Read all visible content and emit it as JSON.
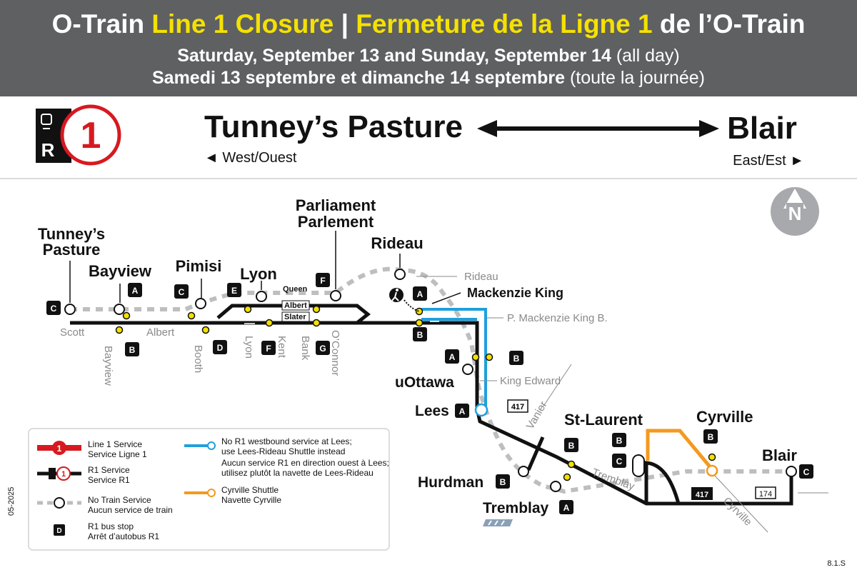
{
  "header": {
    "title_a": "O-Train ",
    "title_b": "Line 1 Closure",
    "title_c": " | ",
    "title_d": "Fermeture de la Ligne 1",
    "title_e": " de l’O-Train",
    "date_en": "Saturday, September 13 and Sunday, September 14",
    "date_en_note": " (all day)",
    "date_fr": "Samedi 13 septembre et dimanche 14 septembre",
    "date_fr_note": " (toute la journée)"
  },
  "route": {
    "badge_r": "R",
    "line_number": "1",
    "west_terminus": "Tunney’s Pasture",
    "east_terminus": "Blair",
    "west_dir": "◄ West/Ouest",
    "east_dir": "East/Est ►"
  },
  "stations": {
    "tunneys": "Tunney’s",
    "tunneys2": "Pasture",
    "bayview": "Bayview",
    "pimisi": "Pimisi",
    "lyon": "Lyon",
    "parliament": "Parliament",
    "parlement": "Parlement",
    "rideau": "Rideau",
    "mackenzie": "Mackenzie King",
    "uottawa": "uOttawa",
    "lees": "Lees",
    "hurdman": "Hurdman",
    "tremblay": "Tremblay",
    "stlaurent": "St-Laurent",
    "cyrville": "Cyrville",
    "blair": "Blair"
  },
  "streets": {
    "scott": "Scott",
    "albert": "Albert",
    "bayview": "Bayview",
    "booth": "Booth",
    "lyon": "Lyon",
    "kent": "Kent",
    "bank": "Bank",
    "oconnor": "O’Connor",
    "queen": "Queen",
    "albert2": "Albert",
    "slater": "Slater",
    "rideau": "Rideau",
    "pmk": "P. Mackenzie King B.",
    "king_edward": "King Edward",
    "vanier": "Vanier",
    "tremblay": "Tremblay",
    "cyrville": "Cyrville",
    "hwy417a": "417",
    "hwy417b": "417",
    "hwy174": "174"
  },
  "stops": [
    "A",
    "B",
    "C",
    "D",
    "E",
    "F",
    "G"
  ],
  "legend": {
    "line1_en": "Line 1 Service",
    "line1_fr": "Service Ligne 1",
    "r1_en": "R1 Service",
    "r1_fr": "Service R1",
    "notrain_en": "No Train Service",
    "notrain_fr": "Aucun service de train",
    "stop_en": "R1 bus stop",
    "stop_fr": "Arrêt d’autobus R1",
    "lees_en1": "No R1 westbound service at Lees;",
    "lees_en2": "use Lees-Rideau Shuttle instead",
    "lees_fr1": "Aucun service R1 en direction ouest à Lees;",
    "lees_fr2": "utilisez plutôt la navette de Lees-Rideau",
    "cyr_en": "Cyrville Shuttle",
    "cyr_fr": "Navette Cyrville"
  },
  "footer": {
    "date_code": "05-2025",
    "page_code": "8.1.S"
  },
  "compass": {
    "letter": "N"
  },
  "colors": {
    "header_bg": "#5f6062",
    "accent_yellow": "#f4e100",
    "line1_red": "#d71920",
    "lees_shuttle_blue": "#1ea0dc",
    "cyrville_shuttle_orange": "#f39a1e",
    "stop_yellow": "#f4e100"
  }
}
